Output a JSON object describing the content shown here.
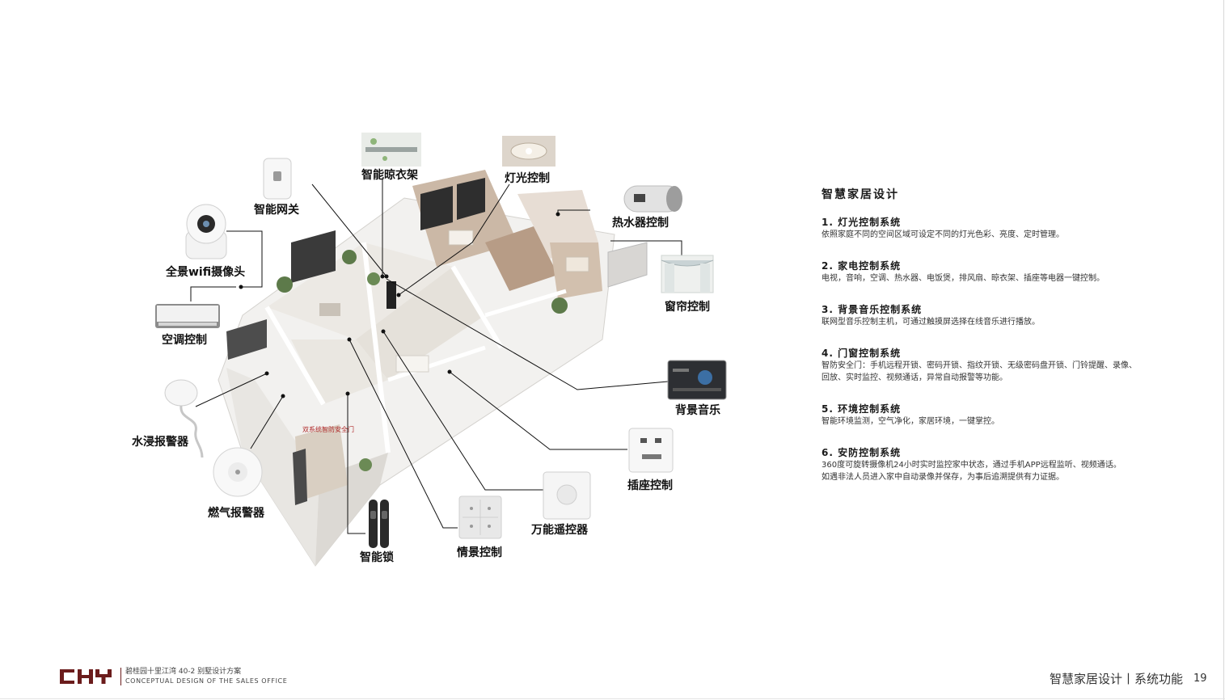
{
  "diagram": {
    "labels": {
      "gateway": "智能网关",
      "drying_rack": "智能晾衣架",
      "lighting": "灯光控制",
      "water_heater": "热水器控制",
      "camera": "全景wifi摄像头",
      "curtain": "窗帘控制",
      "air_conditioner": "空调控制",
      "background_music": "背景音乐",
      "water_alarm": "水浸报警器",
      "socket": "插座控制",
      "gas_alarm": "燃气报警器",
      "remote": "万能遥控器",
      "scene": "情景控制",
      "smart_lock": "智能锁"
    },
    "door_tag": "双系统智防安全门"
  },
  "panel": {
    "title": "智慧家居设计",
    "systems": [
      {
        "title": "1. 灯光控制系统",
        "lines": [
          "依照家庭不同的空间区域可设定不同的灯光色彩、亮度、定时管理。"
        ]
      },
      {
        "title": "2. 家电控制系统",
        "lines": [
          "电视，音响，空调、热水器、电饭煲，排风扇、晾衣架、插座等电器一键控制。"
        ]
      },
      {
        "title": "3. 背景音乐控制系统",
        "lines": [
          "联网型音乐控制主机，可通过触摸屏选择在线音乐进行播放。"
        ]
      },
      {
        "title": "4. 门窗控制系统",
        "lines": [
          "智防安全门：手机远程开锁、密码开锁、指纹开锁、无级密码盘开锁、门铃提醒、录像、",
          "回放、实时监控、视频通话，异常自动报警等功能。"
        ]
      },
      {
        "title": "5. 环境控制系统",
        "lines": [
          "智能环境监测，空气净化，家居环境，一键掌控。"
        ]
      },
      {
        "title": "6. 安防控制系统",
        "lines": [
          "360度可旋转摄像机24小时实时监控家中状态，通过手机APP远程监听、视频通话。",
          "如遇非法人员进入家中自动录像并保存，为事后追溯提供有力证据。"
        ]
      }
    ]
  },
  "footer": {
    "subtitle": "碧桂园十里江湾 40-2 别墅设计方案",
    "english": "CONCEPTUAL DESIGN OF THE SALES OFFICE",
    "section": "智慧家居设计丨系统功能",
    "page": "19"
  },
  "colors": {
    "brand": "#6b1c1c",
    "line": "#111111"
  }
}
